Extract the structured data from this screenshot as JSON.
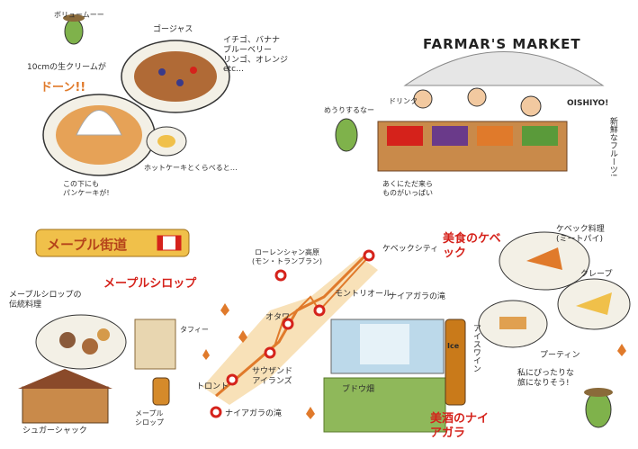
{
  "top_left": {
    "bubble_text": "ボリュームーー",
    "gorgeous_label": "ゴージャス",
    "cream_label": "10cmの生クリームが",
    "do_label": "ドーン!!",
    "fruits_note": "イチゴ、バナナ\nブルーベリー\nリンゴ、オレンジ\netc…",
    "pancake_note": "ホットケーキとくらべると…",
    "under_note": "この下にも\nパンケーキが!"
  },
  "farmers_market": {
    "title": "FARMAR'S MARKET",
    "drink_label": "ドリンク",
    "oishiyo": "OISHIYO!",
    "meal_note": "めうりするなー",
    "fresh_fruits": "新鮮なフルーツ!",
    "too_much": "あくにただ来ら\nものがいっぱい"
  },
  "maple_road": {
    "banner": "メープル街道",
    "flag_colors": [
      "#d5221b",
      "#ffffff"
    ],
    "syrup_title": "メープルシロップ",
    "tradition_label": "メープルシロップの\n伝統料理",
    "taffy_label": "タフィー",
    "shack_label": "シュガーシャック",
    "syrup_bottle": "メープル\nシロップ"
  },
  "map": {
    "cities": [
      {
        "name": "ケベックシティ"
      },
      {
        "name": "ローレンシャン高原\n(モン・トランブラン)"
      },
      {
        "name": "モントリオール"
      },
      {
        "name": "オタワ"
      },
      {
        "name": "サウザンド\nアイランズ"
      },
      {
        "name": "トロント"
      },
      {
        "name": "ナイアガラの滝"
      }
    ]
  },
  "niagara": {
    "falls_label": "ナイアガラの滝",
    "grape_label": "ブドウ畑",
    "icewine_label": "アイスワイン",
    "bottle_label": "Ice",
    "wine_title": "美酒のナイアガラ"
  },
  "quebec_food": {
    "title": "美食のケベック",
    "dish1": "ケベック料理\n(ミートパイ)",
    "crepe": "クレープ",
    "poutine": "プーティン"
  },
  "character_note": "私にぴったりな旅になりそう!"
}
